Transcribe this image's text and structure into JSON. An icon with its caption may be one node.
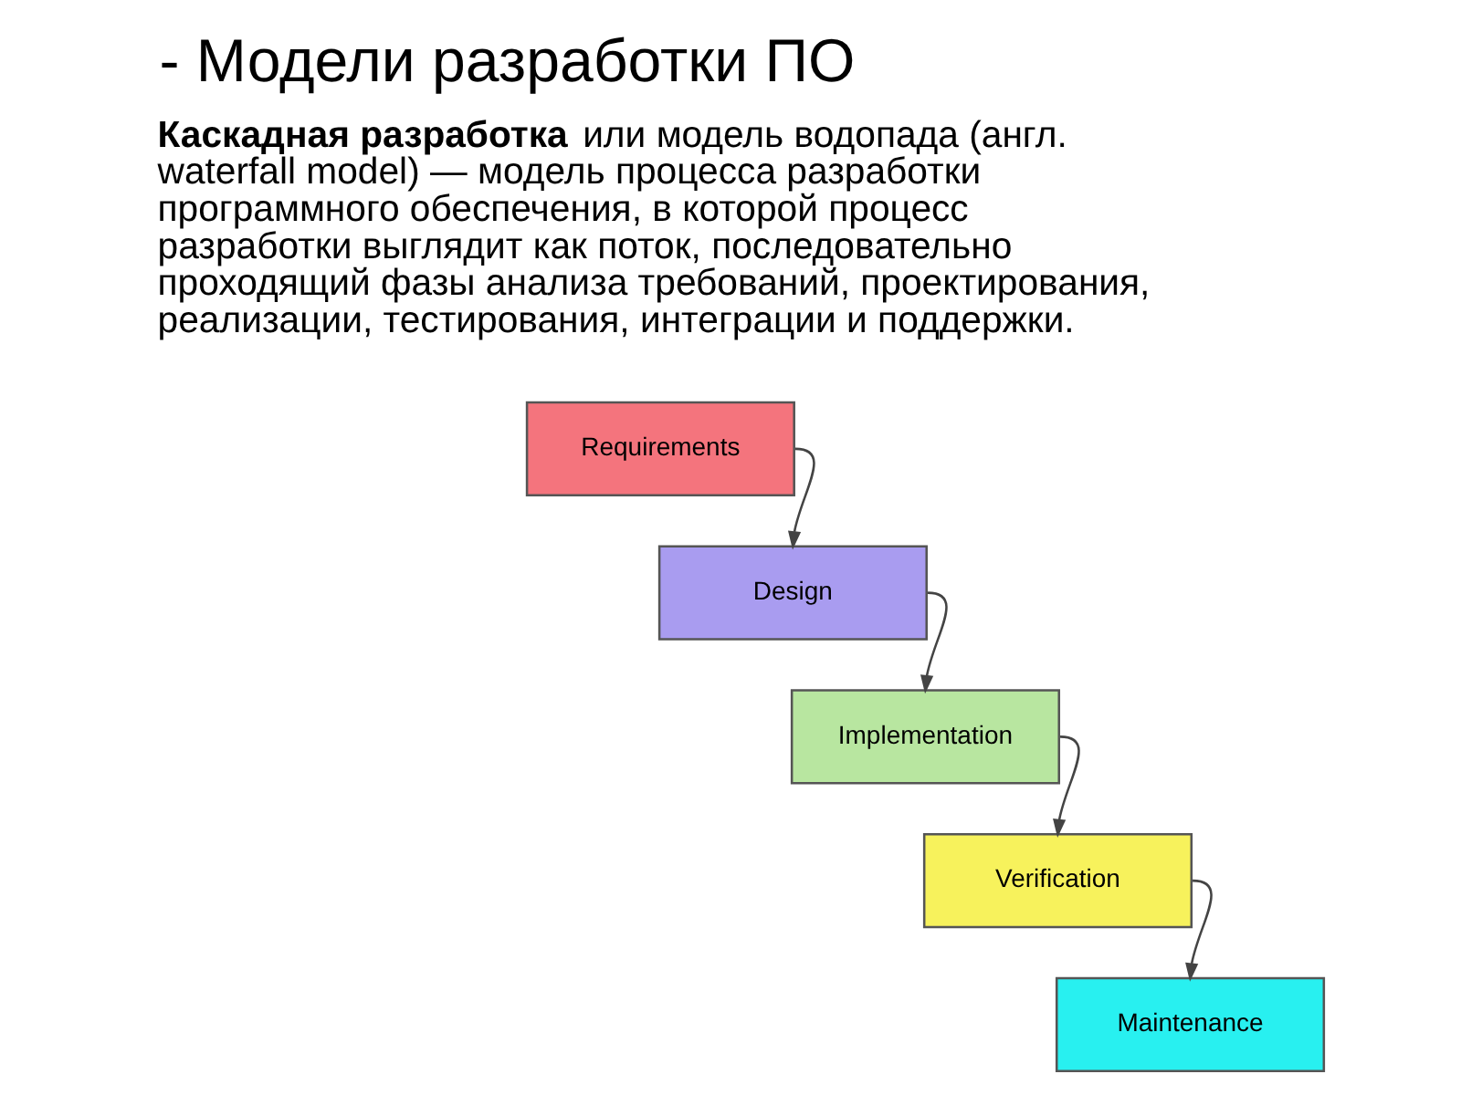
{
  "diagram": {
    "title": "- Модели разработки ПО",
    "nodes": [
      {
        "text": [
          "Requirements"
        ]
      },
      {
        "text": [
          "Design"
        ]
      },
      {
        "text": [
          "Implementation"
        ]
      },
      {
        "text": [
          "Verification"
        ]
      },
      {
        "text": [
          "Maintenance"
        ]
      }
    ],
    "edges": [
      {
        "from": 0,
        "to": 1,
        "arrow": "to"
      },
      {
        "from": 1,
        "to": 2,
        "arrow": "to"
      },
      {
        "from": 2,
        "to": 3,
        "arrow": "to"
      },
      {
        "from": 3,
        "to": 4,
        "arrow": "to"
      }
    ],
    "labels": [
      "**Каскадная разработка** или модель водопада (англ. waterfall model) — модель процесса разработки программного обеспечения, в которой процесс разработки выглядит как поток, последовательно проходящий фазы анализа требований, проектирования, реализации, тестирования, интеграции и поддержки."
    ]
  }
}
